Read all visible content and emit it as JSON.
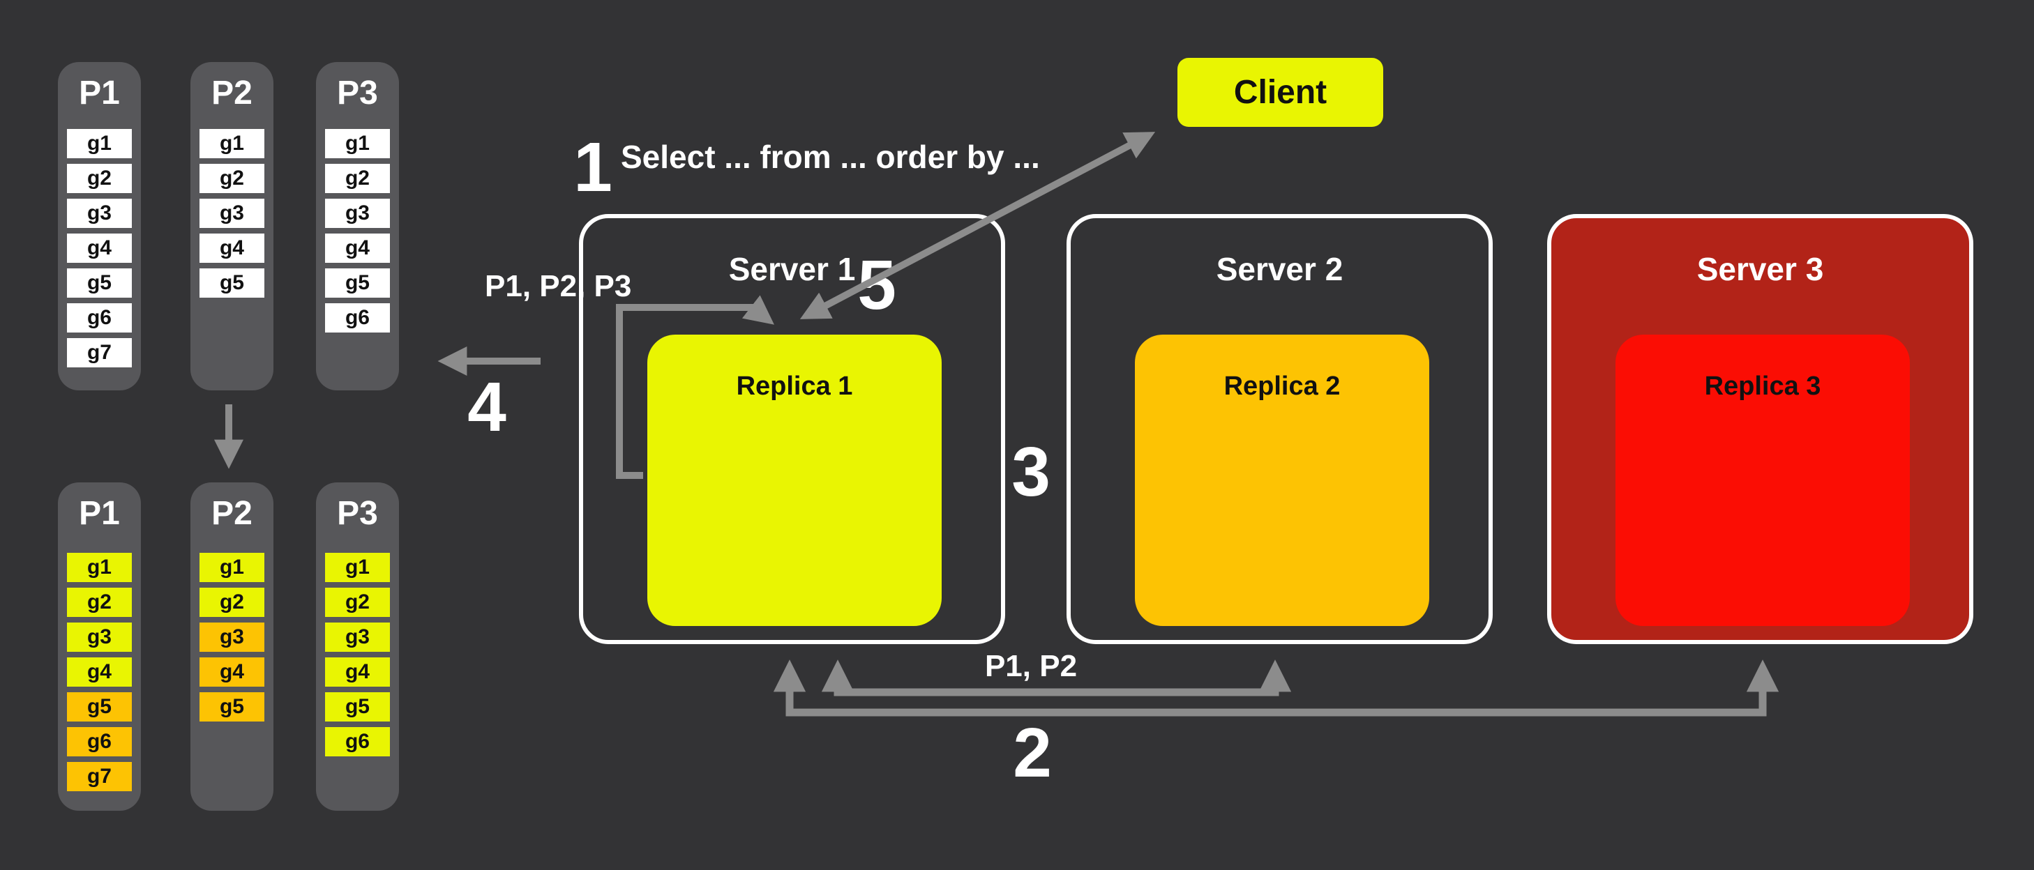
{
  "colors": {
    "background": "#333335",
    "panel": "#57575a",
    "yellow": "#e9f502",
    "orange": "#fdc303",
    "dark_red": "#b22318",
    "bright_red": "#fb0d04",
    "arrow": "#8c8c8c",
    "white": "#ffffff"
  },
  "client": {
    "label": "Client"
  },
  "annotations": {
    "step1_num": "1",
    "query_text": "Select ... from ... order by ...",
    "step2_num": "2",
    "step3_num": "3",
    "step4_num": "4",
    "step5_num": "5",
    "route_partitions": "P1, P2, P3",
    "forward_partitions": "P1, P2"
  },
  "servers": [
    {
      "name": "Server 1",
      "fill": "none",
      "replica": {
        "label": "Replica 1",
        "color": "yellow"
      }
    },
    {
      "name": "Server 2",
      "fill": "none",
      "replica": {
        "label": "Replica 2",
        "color": "orange"
      }
    },
    {
      "name": "Server 3",
      "fill": "darkred",
      "replica": {
        "label": "Replica 3",
        "color": "red"
      }
    }
  ],
  "partitions_before": [
    {
      "name": "P1",
      "groups": [
        {
          "label": "g1",
          "color": "white"
        },
        {
          "label": "g2",
          "color": "white"
        },
        {
          "label": "g3",
          "color": "white"
        },
        {
          "label": "g4",
          "color": "white"
        },
        {
          "label": "g5",
          "color": "white"
        },
        {
          "label": "g6",
          "color": "white"
        },
        {
          "label": "g7",
          "color": "white"
        }
      ]
    },
    {
      "name": "P2",
      "groups": [
        {
          "label": "g1",
          "color": "white"
        },
        {
          "label": "g2",
          "color": "white"
        },
        {
          "label": "g3",
          "color": "white"
        },
        {
          "label": "g4",
          "color": "white"
        },
        {
          "label": "g5",
          "color": "white"
        }
      ]
    },
    {
      "name": "P3",
      "groups": [
        {
          "label": "g1",
          "color": "white"
        },
        {
          "label": "g2",
          "color": "white"
        },
        {
          "label": "g3",
          "color": "white"
        },
        {
          "label": "g4",
          "color": "white"
        },
        {
          "label": "g5",
          "color": "white"
        },
        {
          "label": "g6",
          "color": "white"
        }
      ]
    }
  ],
  "partitions_after": [
    {
      "name": "P1",
      "groups": [
        {
          "label": "g1",
          "color": "yellow"
        },
        {
          "label": "g2",
          "color": "yellow"
        },
        {
          "label": "g3",
          "color": "yellow"
        },
        {
          "label": "g4",
          "color": "yellow"
        },
        {
          "label": "g5",
          "color": "orange"
        },
        {
          "label": "g6",
          "color": "orange"
        },
        {
          "label": "g7",
          "color": "orange"
        }
      ]
    },
    {
      "name": "P2",
      "groups": [
        {
          "label": "g1",
          "color": "yellow"
        },
        {
          "label": "g2",
          "color": "yellow"
        },
        {
          "label": "g3",
          "color": "orange"
        },
        {
          "label": "g4",
          "color": "orange"
        },
        {
          "label": "g5",
          "color": "orange"
        }
      ]
    },
    {
      "name": "P3",
      "groups": [
        {
          "label": "g1",
          "color": "yellow"
        },
        {
          "label": "g2",
          "color": "yellow"
        },
        {
          "label": "g3",
          "color": "yellow"
        },
        {
          "label": "g4",
          "color": "yellow"
        },
        {
          "label": "g5",
          "color": "yellow"
        },
        {
          "label": "g6",
          "color": "yellow"
        }
      ]
    }
  ]
}
